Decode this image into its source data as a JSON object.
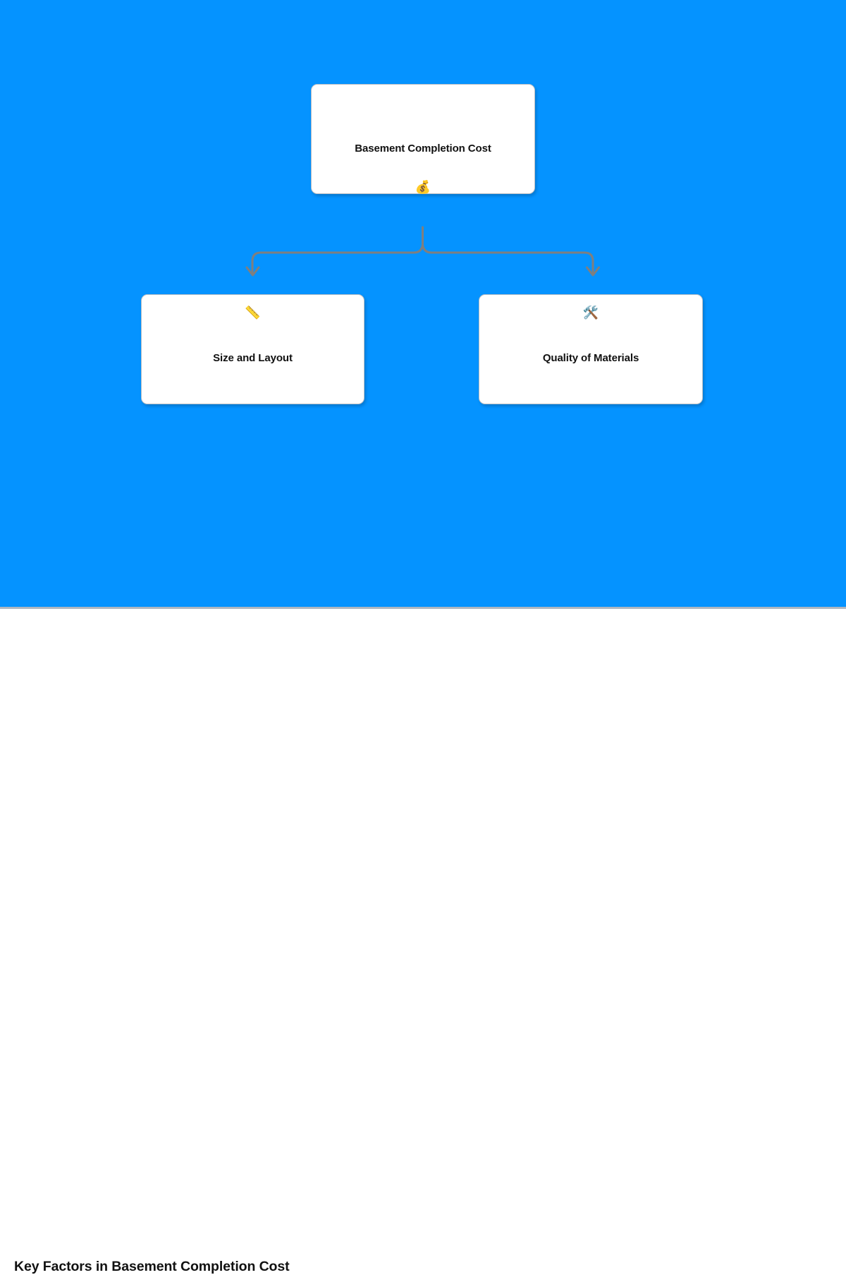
{
  "canvas": {
    "background_color": "#0593ff",
    "divider_color": "#b0b7c0"
  },
  "diagram": {
    "type": "flowchart",
    "orientation": "top-down",
    "connector_color": "#7f7f7f",
    "node_background": "#ffffff",
    "node_border_color": "#b9bfc6",
    "root": {
      "id": "root",
      "icon": "money-bag-icon",
      "icon_glyph": "💰",
      "label": "Basement Completion Cost"
    },
    "children": [
      {
        "id": "size-layout",
        "icon": "straight-ruler-icon",
        "icon_glyph": "📏",
        "label": "Size and Layout"
      },
      {
        "id": "quality-materials",
        "icon": "hammer-and-wrench-icon",
        "icon_glyph": "🛠️",
        "label": "Quality of Materials"
      }
    ],
    "edges": [
      {
        "from": "root",
        "to": "size-layout",
        "arrow": "down"
      },
      {
        "from": "root",
        "to": "quality-materials",
        "arrow": "down"
      }
    ]
  },
  "caption": {
    "title": "Key Factors in Basement Completion Cost"
  }
}
